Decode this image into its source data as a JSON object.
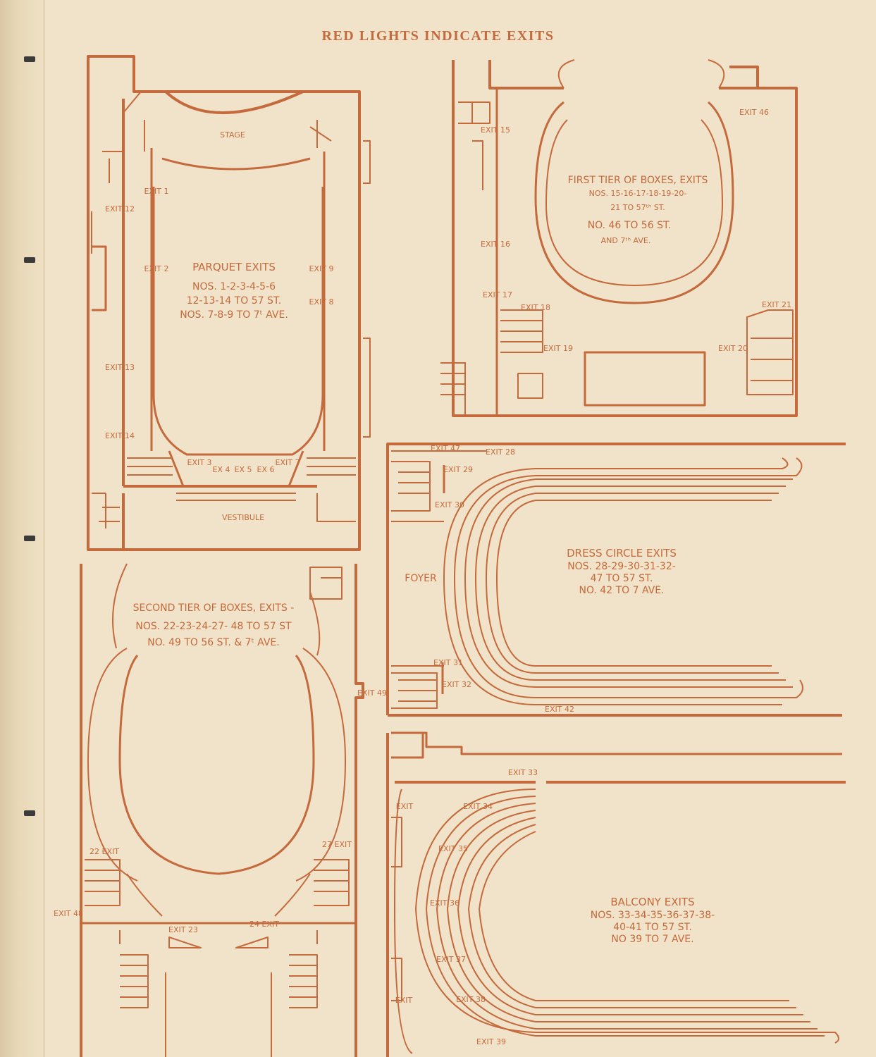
{
  "header": {
    "title": "RED LIGHTS INDICATE EXITS"
  },
  "colors": {
    "ink": "#c46a3c",
    "paper": "#f1e3c9"
  },
  "parquet": {
    "stage": "STAGE",
    "vestibule": "VESTIBULE",
    "heading": "PARQUET EXITS",
    "lines": [
      "NOS. 1-2-3-4-5-6",
      "12-13-14 TO 57 ST.",
      "NOS. 7-8-9 TO 7ᵗ AVE."
    ],
    "exits": [
      "EXIT 1",
      "EXIT 2",
      "EXIT 12",
      "EXIT 13",
      "EXIT 14",
      "EXIT 9",
      "EXIT 8",
      "EXIT 3",
      "EX 4",
      "EX 5",
      "EX 6",
      "EXIT 7"
    ]
  },
  "first_tier": {
    "lines": [
      "FIRST TIER OF BOXES, EXITS",
      "NOS. 15-16-17-18-19-20-",
      "21 TO 57ᵗʰ ST.",
      "NO. 46 TO 56 ST.",
      "AND 7ᵗʰ AVE."
    ],
    "exits": [
      "EXIT 15",
      "EXIT 16",
      "EXIT 17",
      "EXIT 18",
      "EXIT 19",
      "EXIT 20",
      "EXIT 21",
      "EXIT 46"
    ]
  },
  "dress_circle": {
    "foyer": "FOYER",
    "lines": [
      "DRESS CIRCLE EXITS",
      "NOS. 28-29-30-31-32-",
      "47 TO 57 ST.",
      "NO. 42 TO 7 AVE."
    ],
    "exits": [
      "EXIT 47",
      "EXIT 28",
      "EXIT 29",
      "EXIT 30",
      "EXIT 31",
      "EXIT 32",
      "EXIT 42"
    ]
  },
  "second_tier": {
    "lines": [
      "SECOND TIER OF BOXES, EXITS -",
      "NOS. 22-23-24-27- 48 TO 57 ST",
      "NO. 49 TO 56 ST. & 7ᵗ AVE."
    ],
    "exits": [
      "EXIT 49",
      "22 EXIT",
      "27 EXIT",
      "EXIT 48",
      "EXIT 23",
      "24 EXIT"
    ]
  },
  "balcony": {
    "lines": [
      "BALCONY EXITS",
      "NOS. 33-34-35-36-37-38-",
      "40-41 TO 57 ST.",
      "NO 39 TO 7 AVE."
    ],
    "exits": [
      "EXIT 33",
      "EXIT",
      "EXIT 34",
      "EXIT 35",
      "EXIT 36",
      "EXIT 37",
      "EXIT",
      "EXIT 38",
      "EXIT 39"
    ]
  }
}
